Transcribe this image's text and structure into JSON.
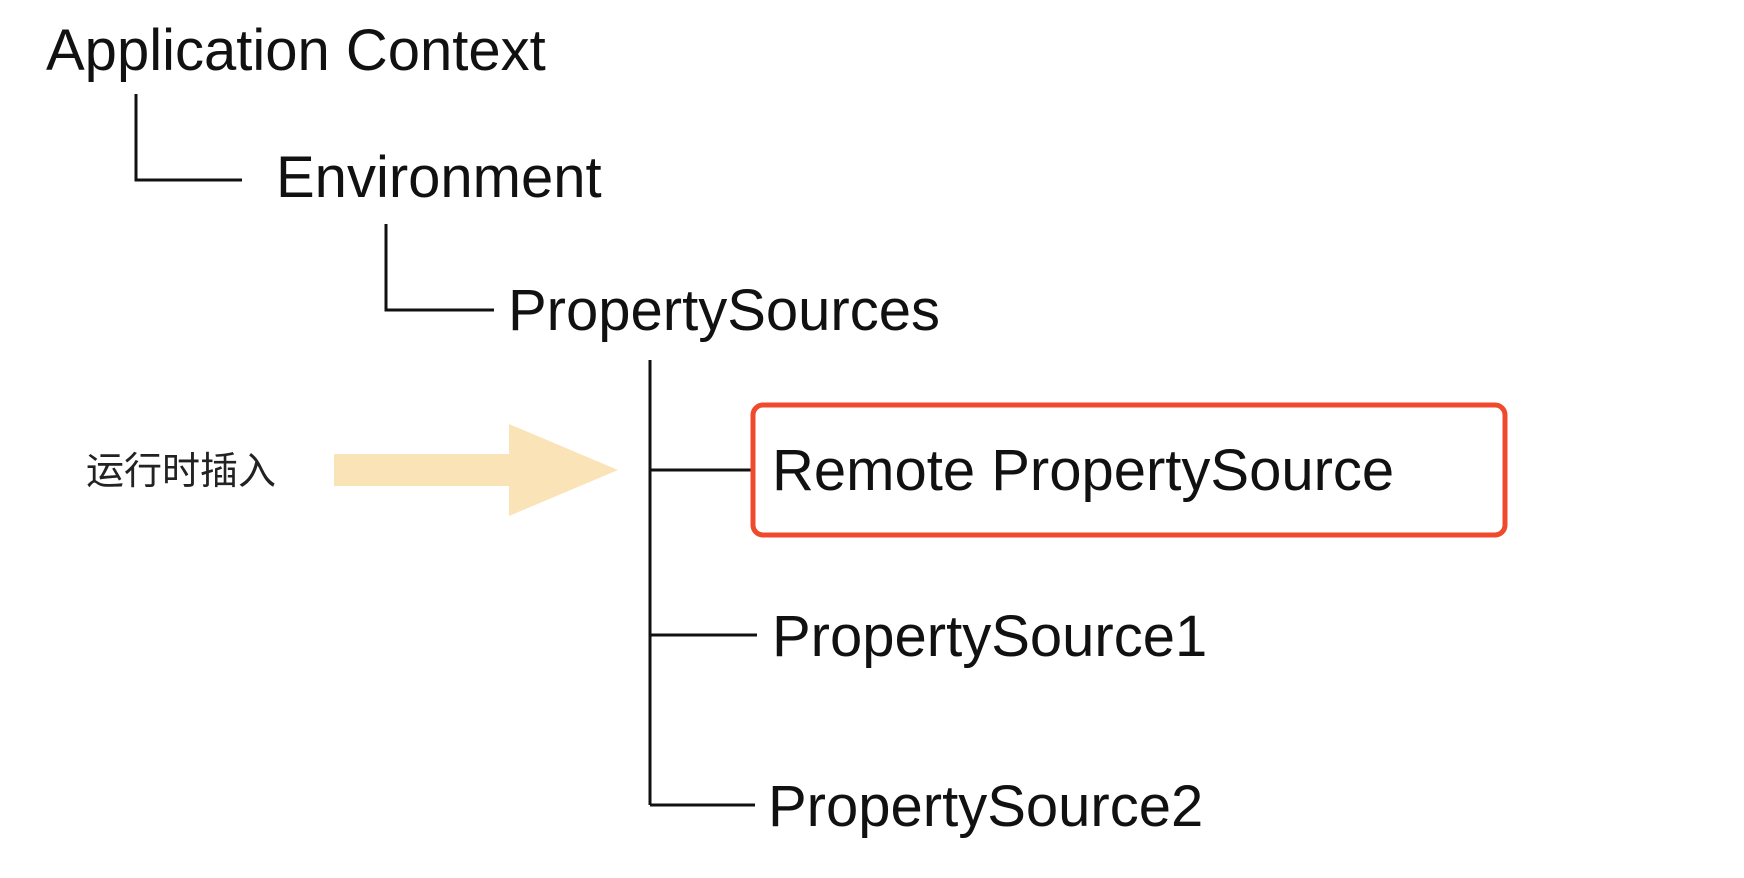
{
  "diagram": {
    "nodes": {
      "application_context": "Application Context",
      "environment": "Environment",
      "property_sources": "PropertySources",
      "remote_property_source": "Remote PropertySource",
      "property_source_1": "PropertySource1",
      "property_source_2": "PropertySource2"
    },
    "annotation": {
      "label": "运行时插入"
    },
    "highlighted_node": "remote_property_source"
  },
  "colors": {
    "text": "#111111",
    "connector": "#111111",
    "highlight_border": "#F04A2C",
    "arrow_fill": "#FBE3B8",
    "background": "#FFFFFF"
  }
}
